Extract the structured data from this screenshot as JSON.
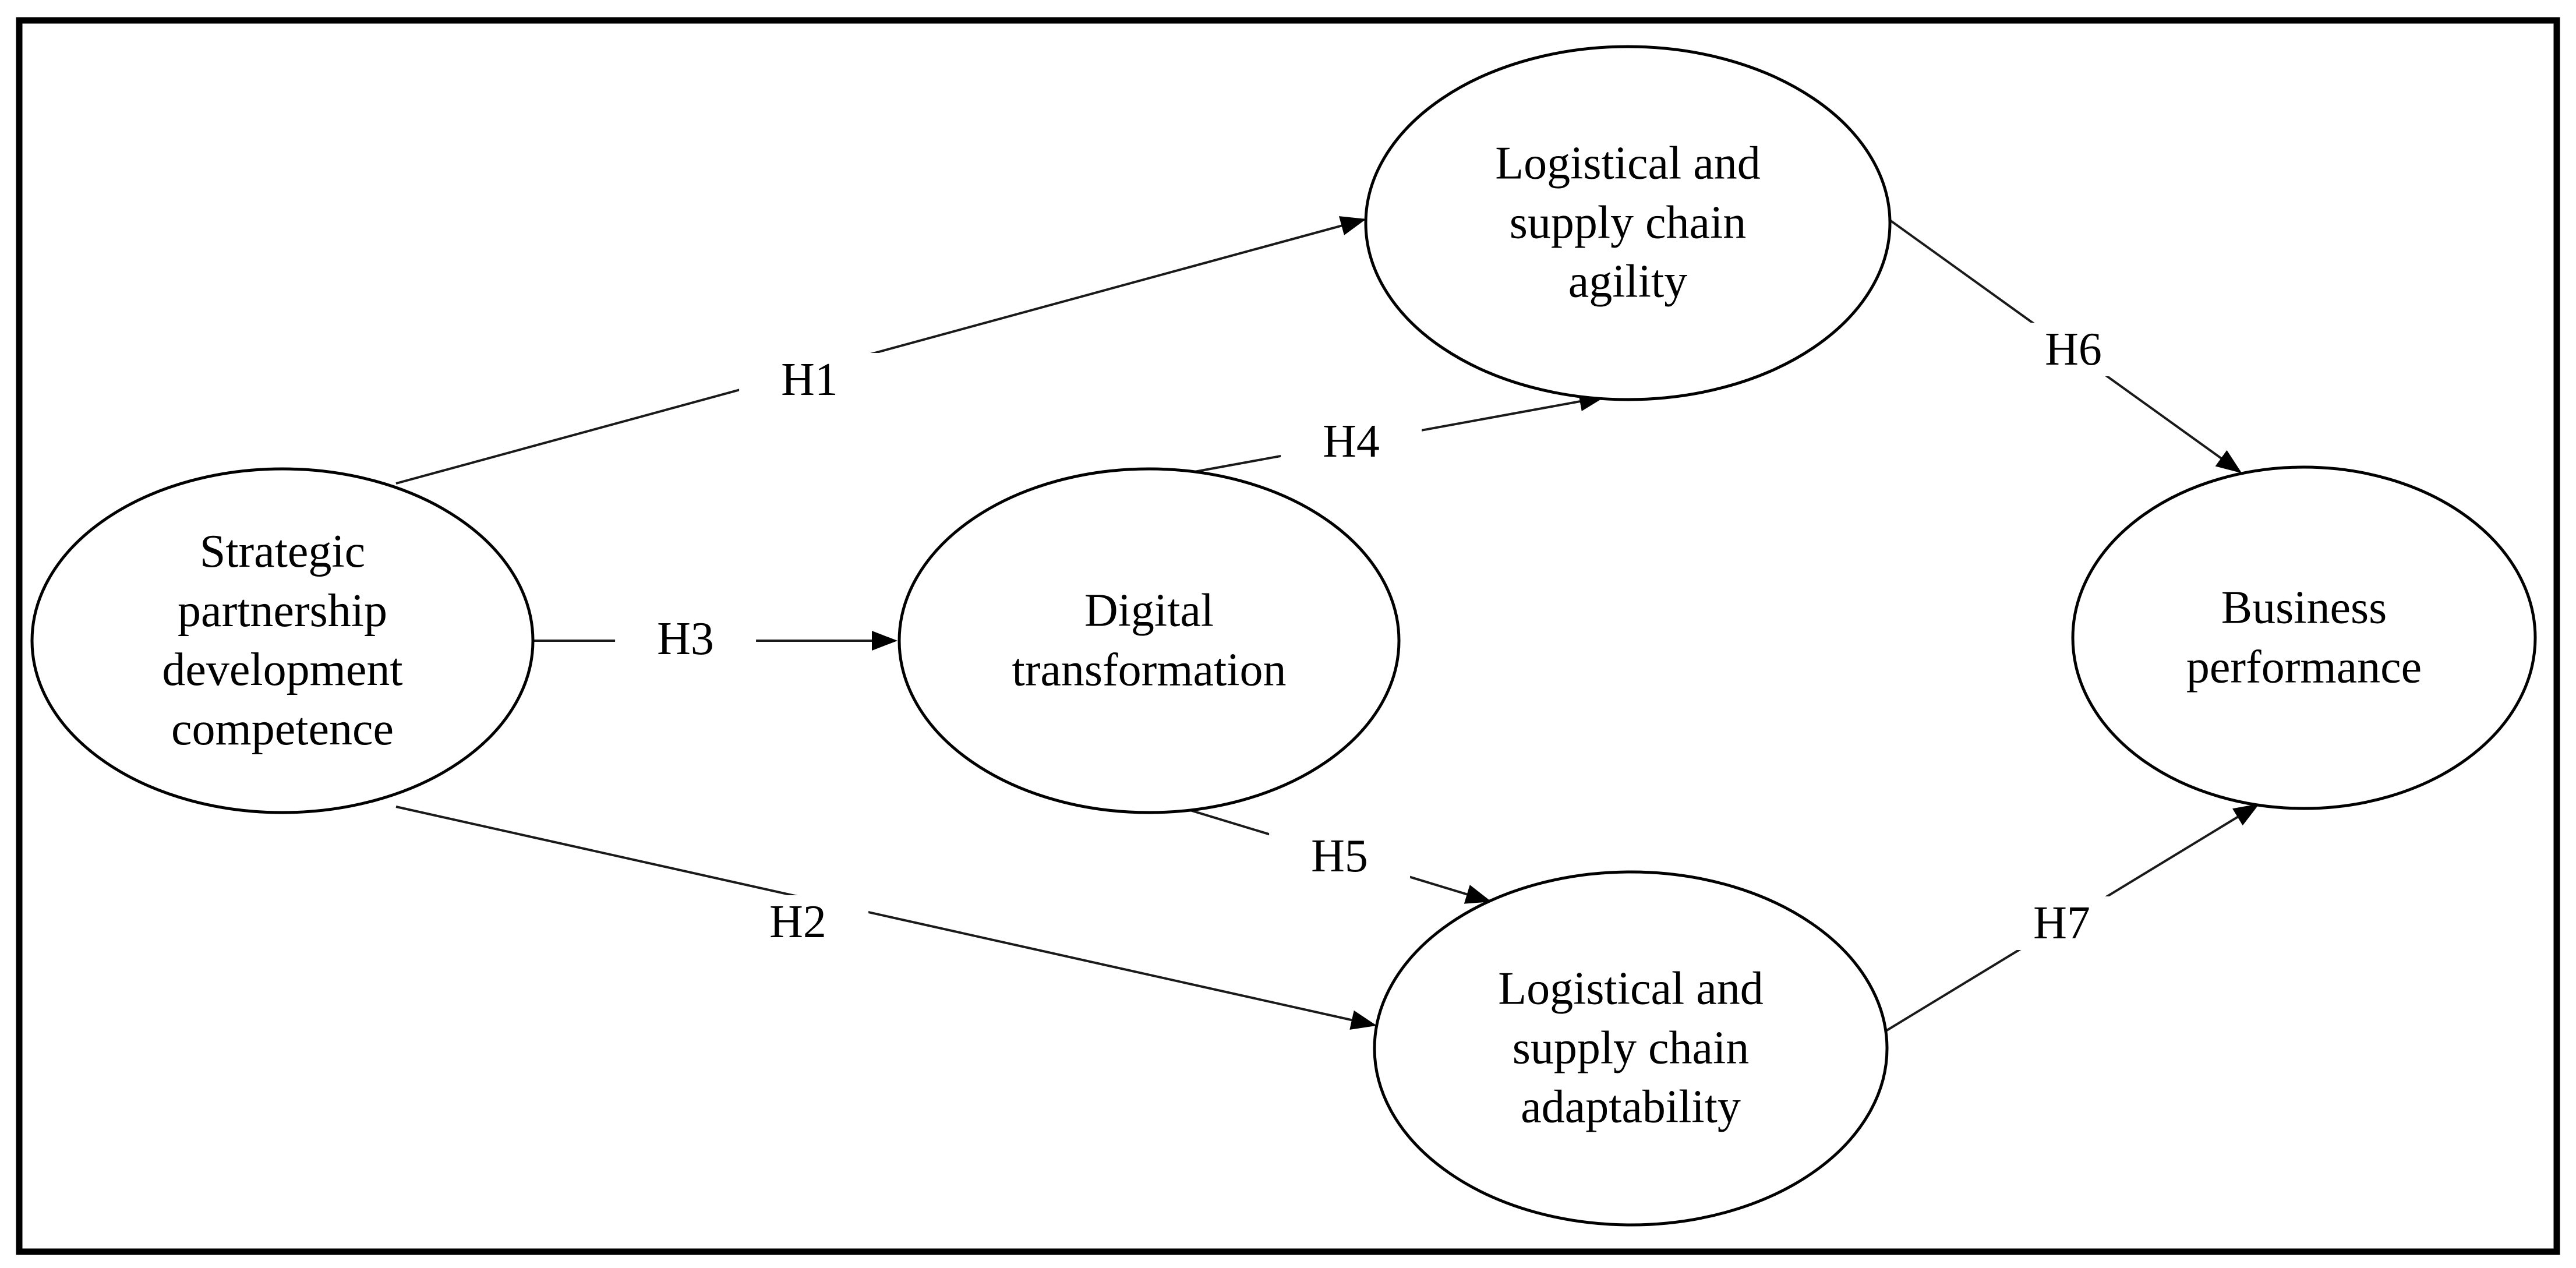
{
  "diagram": {
    "type": "conceptual-model-path-diagram",
    "colors": {
      "background": "#ffffff",
      "stroke": "#000000",
      "text": "#000000"
    },
    "nodes": [
      {
        "id": "spdc",
        "label": "Strategic partnership development competence",
        "lines": [
          "Strategic",
          "partnership",
          "development",
          "competence"
        ]
      },
      {
        "id": "dt",
        "label": "Digital transformation",
        "lines": [
          "Digital",
          "transformation"
        ]
      },
      {
        "id": "lsc-agility",
        "label": "Logistical and supply chain agility",
        "lines": [
          "Logistical and",
          "supply chain",
          "agility"
        ]
      },
      {
        "id": "lsc-adaptability",
        "label": "Logistical and supply chain adaptability",
        "lines": [
          "Logistical and",
          "supply chain",
          "adaptability"
        ]
      },
      {
        "id": "bp",
        "label": "Business performance",
        "lines": [
          "Business",
          "performance"
        ]
      }
    ],
    "hypotheses": [
      {
        "id": "H1",
        "label": "H1",
        "from": "Strategic partnership development competence",
        "to": "Logistical and supply chain agility"
      },
      {
        "id": "H2",
        "label": "H2",
        "from": "Strategic partnership development competence",
        "to": "Logistical and supply chain adaptability"
      },
      {
        "id": "H3",
        "label": "H3",
        "from": "Strategic partnership development competence",
        "to": "Digital transformation"
      },
      {
        "id": "H4",
        "label": "H4",
        "from": "Digital transformation",
        "to": "Logistical and supply chain agility"
      },
      {
        "id": "H5",
        "label": "H5",
        "from": "Digital transformation",
        "to": "Logistical and supply chain adaptability"
      },
      {
        "id": "H6",
        "label": "H6",
        "from": "Logistical and supply chain agility",
        "to": "Business performance"
      },
      {
        "id": "H7",
        "label": "H7",
        "from": "Logistical and supply chain adaptability",
        "to": "Business performance"
      }
    ]
  }
}
